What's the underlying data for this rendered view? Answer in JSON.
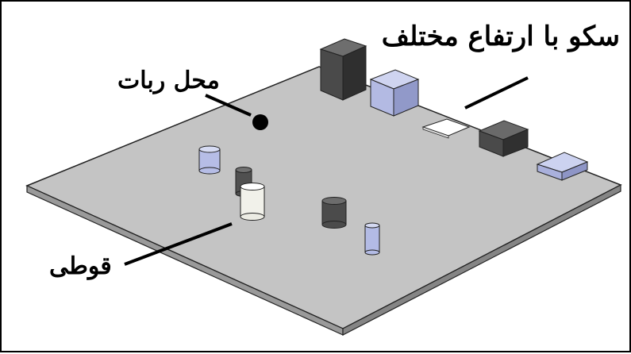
{
  "labels": {
    "platforms": "سکو با ارتفاع مختلف",
    "robot_location": "محل ربات",
    "obstacle": "قوطی"
  },
  "colors": {
    "board_top": "#c4c4c4",
    "board_edge": "#8f8f8f",
    "dark_box": "#4d4d4d",
    "blue_box": "#b8bfe6",
    "white_box": "#ffffff",
    "robot_marker": "#000000",
    "outline": "#222222"
  }
}
